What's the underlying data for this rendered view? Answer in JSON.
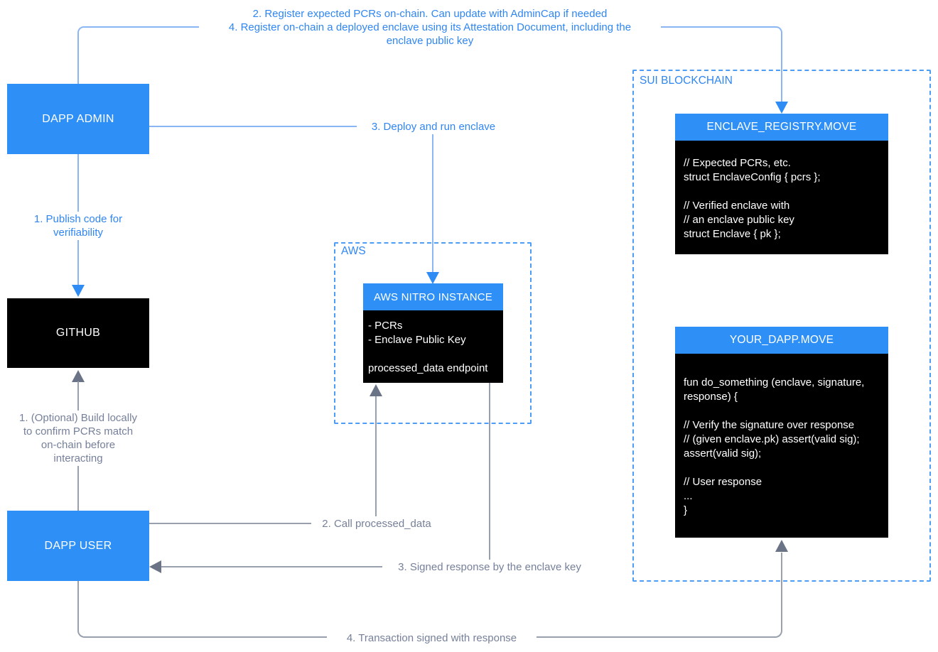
{
  "colors": {
    "node_blue": "#2e90f7",
    "node_black": "#000000",
    "line_blue": "#8ab7f4",
    "arrow_blue": "#2f8cf4",
    "text_blue": "#2f86f3",
    "line_gray": "#98a0ae",
    "arrow_gray": "#6b7487",
    "text_gray": "#76809a",
    "dash_blue": "#4d9df7",
    "background": "#ffffff"
  },
  "nodes": {
    "dapp_admin": {
      "label": "DAPP ADMIN"
    },
    "github": {
      "label": "GITHUB"
    },
    "dapp_user": {
      "label": "DAPP USER"
    },
    "aws_group": {
      "label": "AWS"
    },
    "aws_nitro": {
      "title": "AWS NITRO INSTANCE",
      "code_lines": [
        "- PCRs",
        "- Enclave Public Key",
        "",
        "processed_data endpoint"
      ]
    },
    "sui_group": {
      "label": "SUI BLOCKCHAIN"
    },
    "enclave_registry": {
      "title": "ENCLAVE_REGISTRY.MOVE",
      "code_lines": [
        "// Expected PCRs, etc.",
        "struct EnclaveConfig { pcrs };",
        "",
        "// Verified enclave with",
        "// an enclave public key",
        "struct Enclave { pk };"
      ]
    },
    "your_dapp": {
      "title": "YOUR_DAPP.MOVE",
      "code_lines": [
        "fun do_something (enclave, signature,",
        "response) {",
        "",
        "// Verify the signature over response",
        "// (given enclave.pk) assert(valid sig);",
        "assert(valid sig);",
        "",
        "// User response",
        "...",
        "}"
      ]
    }
  },
  "edges": {
    "register": {
      "line1": "2. Register expected PCRs on-chain. Can update with AdminCap if needed",
      "line2": "4. Register on-chain a deployed enclave using its Attestation Document, including the",
      "line3": "enclave public key"
    },
    "publish": {
      "label": "1. Publish code for verifiability"
    },
    "deploy": {
      "label": "3. Deploy and run enclave"
    },
    "build": {
      "label": "1. (Optional) Build locally to confirm PCRs match on-chain before interacting"
    },
    "call": {
      "label": "2. Call processed_data"
    },
    "signed": {
      "label": "3. Signed response by the enclave key"
    },
    "transaction": {
      "label": "4. Transaction signed with response"
    }
  }
}
